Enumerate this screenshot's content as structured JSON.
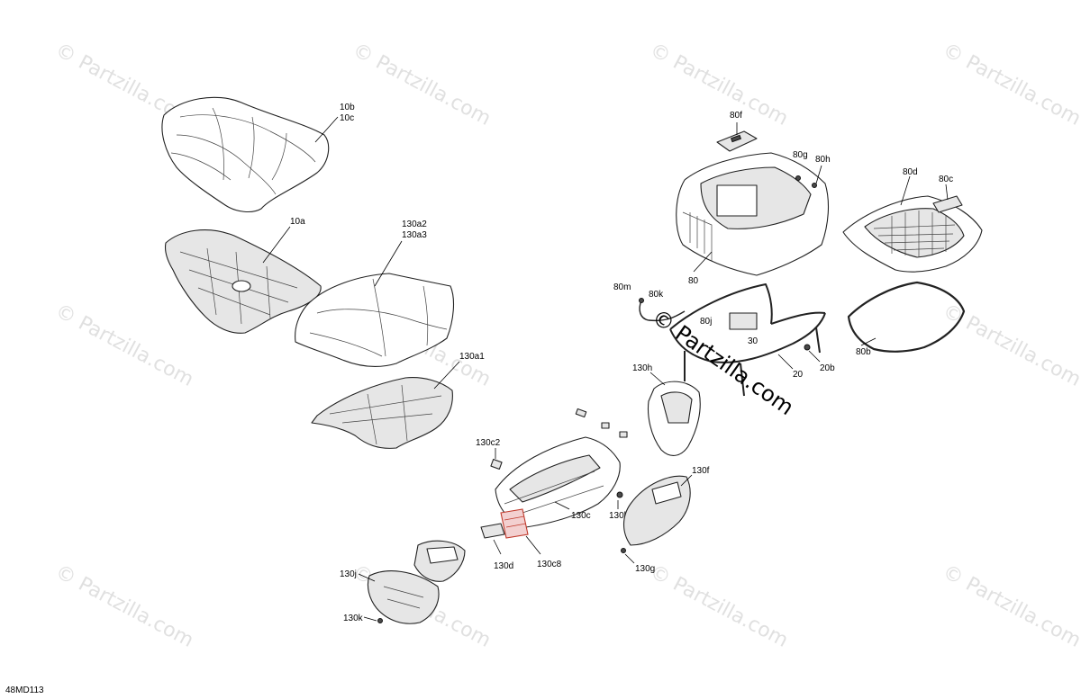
{
  "watermark": {
    "text": "© Partzilla.com"
  },
  "drawing_code": "48MD113",
  "callouts": {
    "c10b": "10b",
    "c10c": "10c",
    "c10a": "10a",
    "c130a2": "130a2",
    "c130a3": "130a3",
    "c130a1": "130a1",
    "c80f": "80f",
    "c80g": "80g",
    "c80h": "80h",
    "c80d": "80d",
    "c80c": "80c",
    "c80": "80",
    "c80m": "80m",
    "c80k": "80k",
    "c80j": "80j",
    "c30": "30",
    "c20": "20",
    "c20b": "20b",
    "c80b": "80b",
    "c130h": "130h",
    "c130c2": "130c2",
    "c130c": "130c",
    "c130b": "130b",
    "c130f": "130f",
    "c130d": "130d",
    "c130c8": "130c8",
    "c130g": "130g",
    "c130j": "130j",
    "c130k": "130k"
  }
}
